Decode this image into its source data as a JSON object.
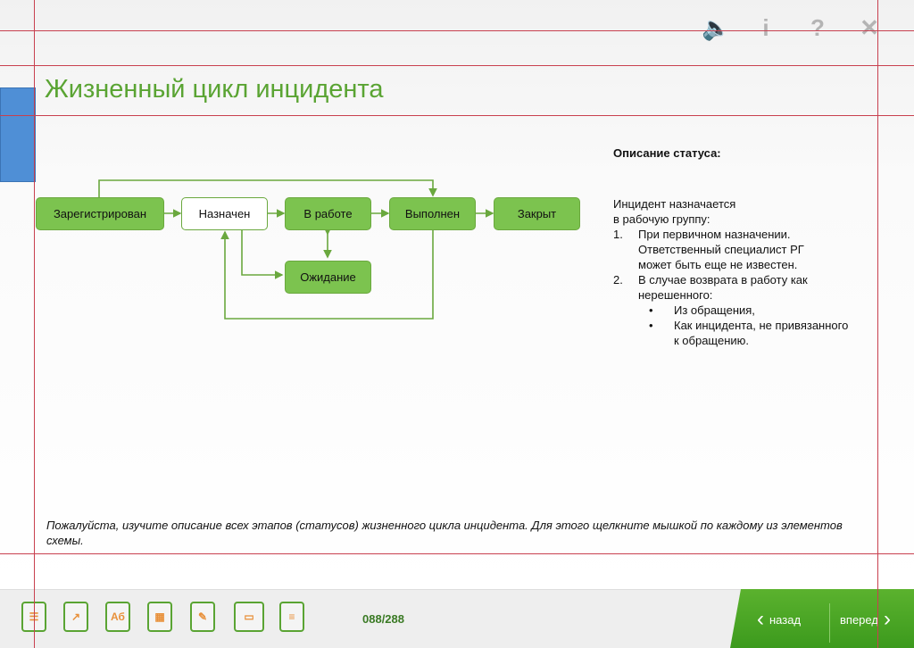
{
  "header": {
    "title": "Жизненный цикл инцидента",
    "icons": [
      "sound-icon",
      "info-icon",
      "help-icon",
      "close-icon"
    ],
    "icon_glyphs": [
      "🔈",
      "i",
      "?",
      "✕"
    ]
  },
  "diagram": {
    "nodes": [
      "Зарегистрирован",
      "Назначен",
      "В работе",
      "Выполнен",
      "Закрыт",
      "Ожидание"
    ],
    "accent": "#7cc34f"
  },
  "description": {
    "heading": "Описание статуса:",
    "intro1": "Инцидент назначается",
    "intro2": "в рабочую группу:",
    "items": [
      {
        "num": "1.",
        "text": "При первичном назначении. Ответственный специалист РГ может быть еще не известен."
      },
      {
        "num": "2.",
        "text": "В случае возврата в работу как нерешенного:"
      }
    ],
    "bullets": [
      "Из обращения,",
      "Как инцидента, не привязанного к обращению."
    ]
  },
  "hint": "Пожалуйста, изучите описание всех этапов (статусов) жизненного цикла инцидента. Для этого щелкните мышкой по каждому из элементов схемы.",
  "footer": {
    "tools": [
      {
        "name": "list-icon",
        "glyph": "☰"
      },
      {
        "name": "chart-clipboard-icon",
        "glyph": "↗"
      },
      {
        "name": "dictionary-icon",
        "glyph": "Аб"
      },
      {
        "name": "calculator-icon",
        "glyph": "▦"
      },
      {
        "name": "notepad-icon",
        "glyph": "✎"
      },
      {
        "name": "folder-icon",
        "glyph": "▭"
      },
      {
        "name": "comment-icon",
        "glyph": "≡"
      }
    ],
    "pages": "088/288",
    "back": "назад",
    "forward": "вперед"
  }
}
